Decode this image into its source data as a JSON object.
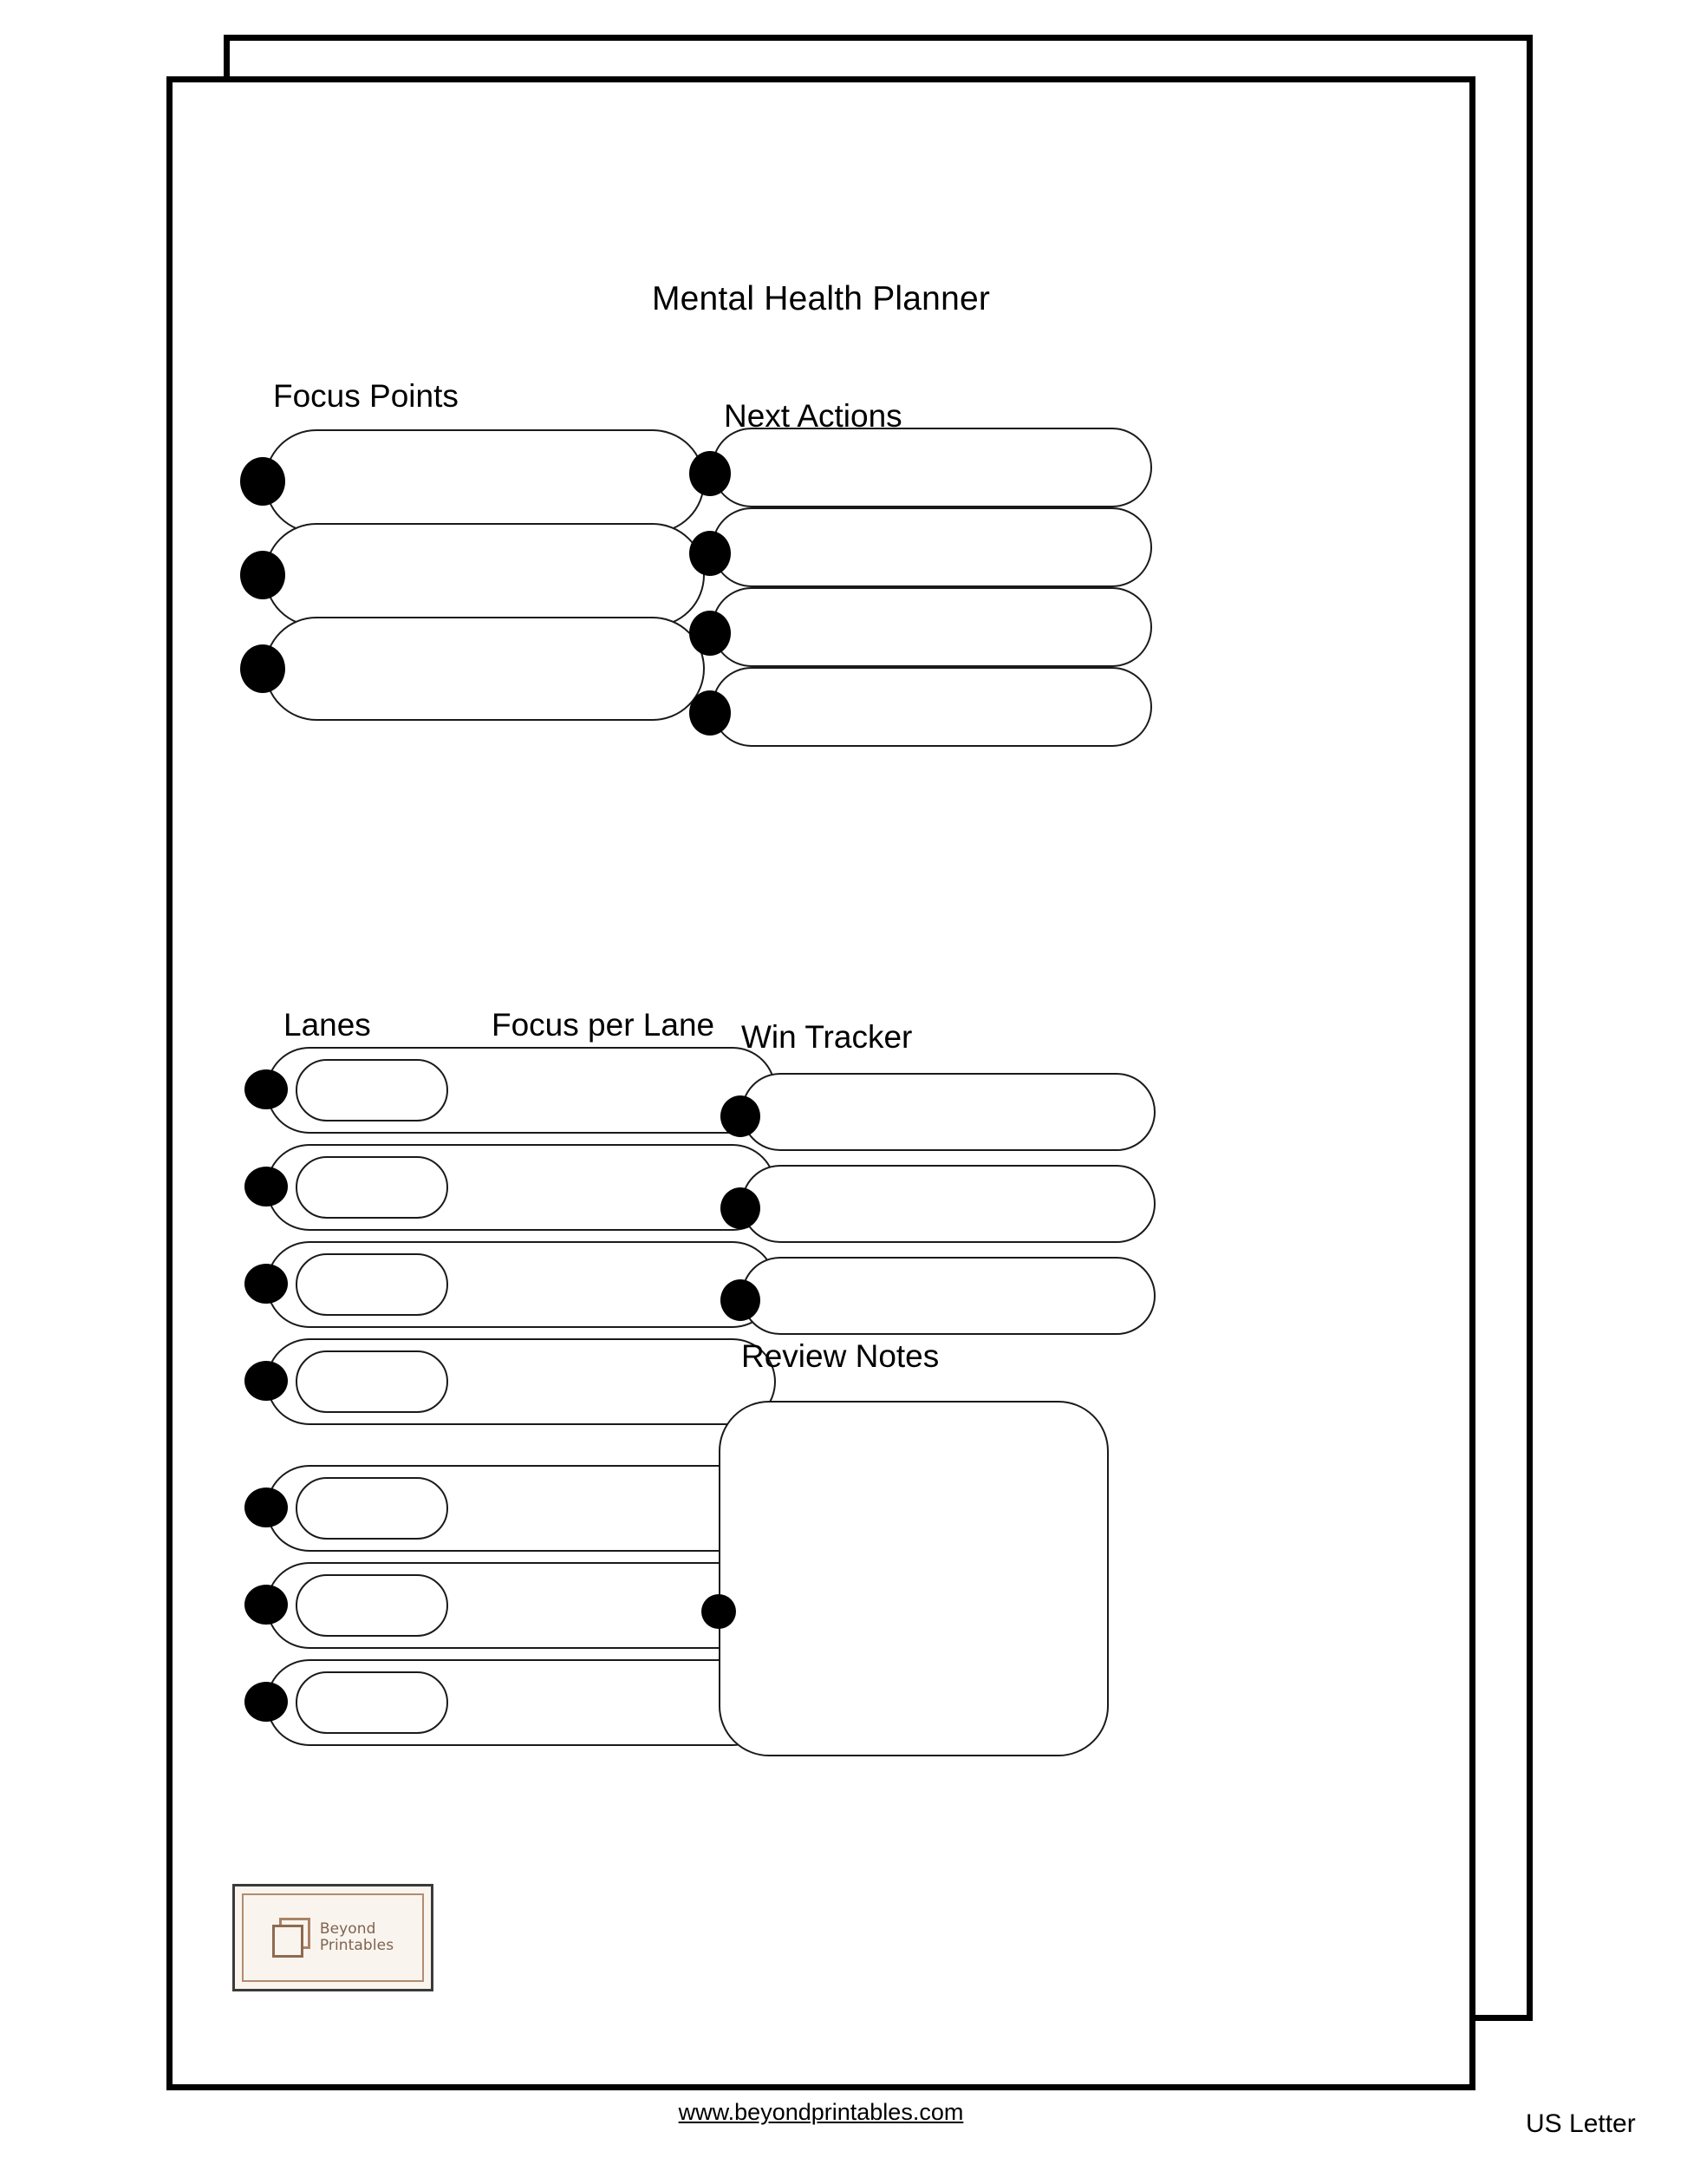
{
  "document": {
    "title": "Mental Health Planner",
    "paper_size": "US Letter",
    "website": "www.beyondprintables.com"
  },
  "sections": {
    "focus_points": {
      "label": "Focus Points",
      "rows": [
        {
          "value": ""
        },
        {
          "value": ""
        },
        {
          "value": ""
        }
      ]
    },
    "next_actions": {
      "label": "Next Actions",
      "rows": [
        {
          "value": ""
        },
        {
          "value": ""
        },
        {
          "value": ""
        },
        {
          "value": ""
        }
      ]
    },
    "lanes": {
      "label_lanes": "Lanes",
      "label_focus": "Focus per Lane",
      "rows": [
        {
          "lane": "",
          "focus": ""
        },
        {
          "lane": "",
          "focus": ""
        },
        {
          "lane": "",
          "focus": ""
        },
        {
          "lane": "",
          "focus": ""
        },
        {
          "lane": "",
          "focus": ""
        },
        {
          "lane": "",
          "focus": ""
        },
        {
          "lane": "",
          "focus": ""
        }
      ]
    },
    "win_tracker": {
      "label": "Win Tracker",
      "rows": [
        {
          "value": ""
        },
        {
          "value": ""
        },
        {
          "value": ""
        }
      ]
    },
    "review_notes": {
      "label": "Review Notes",
      "value": ""
    }
  },
  "branding": {
    "name_line1": "Beyond",
    "name_line2": "Printables",
    "icon": "stacked-pages-icon"
  },
  "colors": {
    "ink": "#000000",
    "outline": "#1a1a1a",
    "logo_bg": "#faf4ee",
    "logo_brown": "#8d6b50",
    "paper": "#ffffff"
  }
}
